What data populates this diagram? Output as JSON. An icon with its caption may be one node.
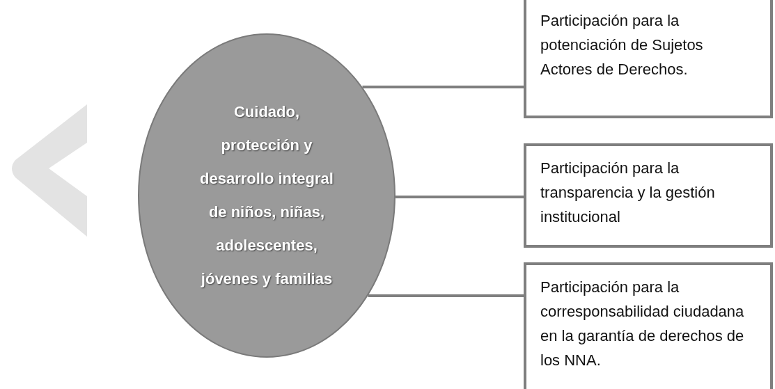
{
  "diagram": {
    "nodes": [
      {
        "text": [
          "Cuidado, protección y desarrollo integral de niños, niñas, adolescentes, jóvenes y familias"
        ]
      },
      {
        "text": [
          "Participación para la potenciación de Sujetos Actores de Derechos."
        ]
      },
      {
        "text": [
          "Participación para la transparencia y la gestión institucional"
        ]
      },
      {
        "text": [
          "Participación para la corresponsabilidad ciudadana en la garantía de derechos de los NNA."
        ]
      },
      {
        "text": [],
        "shape": "chevron"
      }
    ],
    "edges": [
      {
        "from": 0,
        "to": 1,
        "arrow": "none"
      },
      {
        "from": 0,
        "to": 2,
        "arrow": "none"
      },
      {
        "from": 0,
        "to": 3,
        "arrow": "none"
      }
    ]
  }
}
